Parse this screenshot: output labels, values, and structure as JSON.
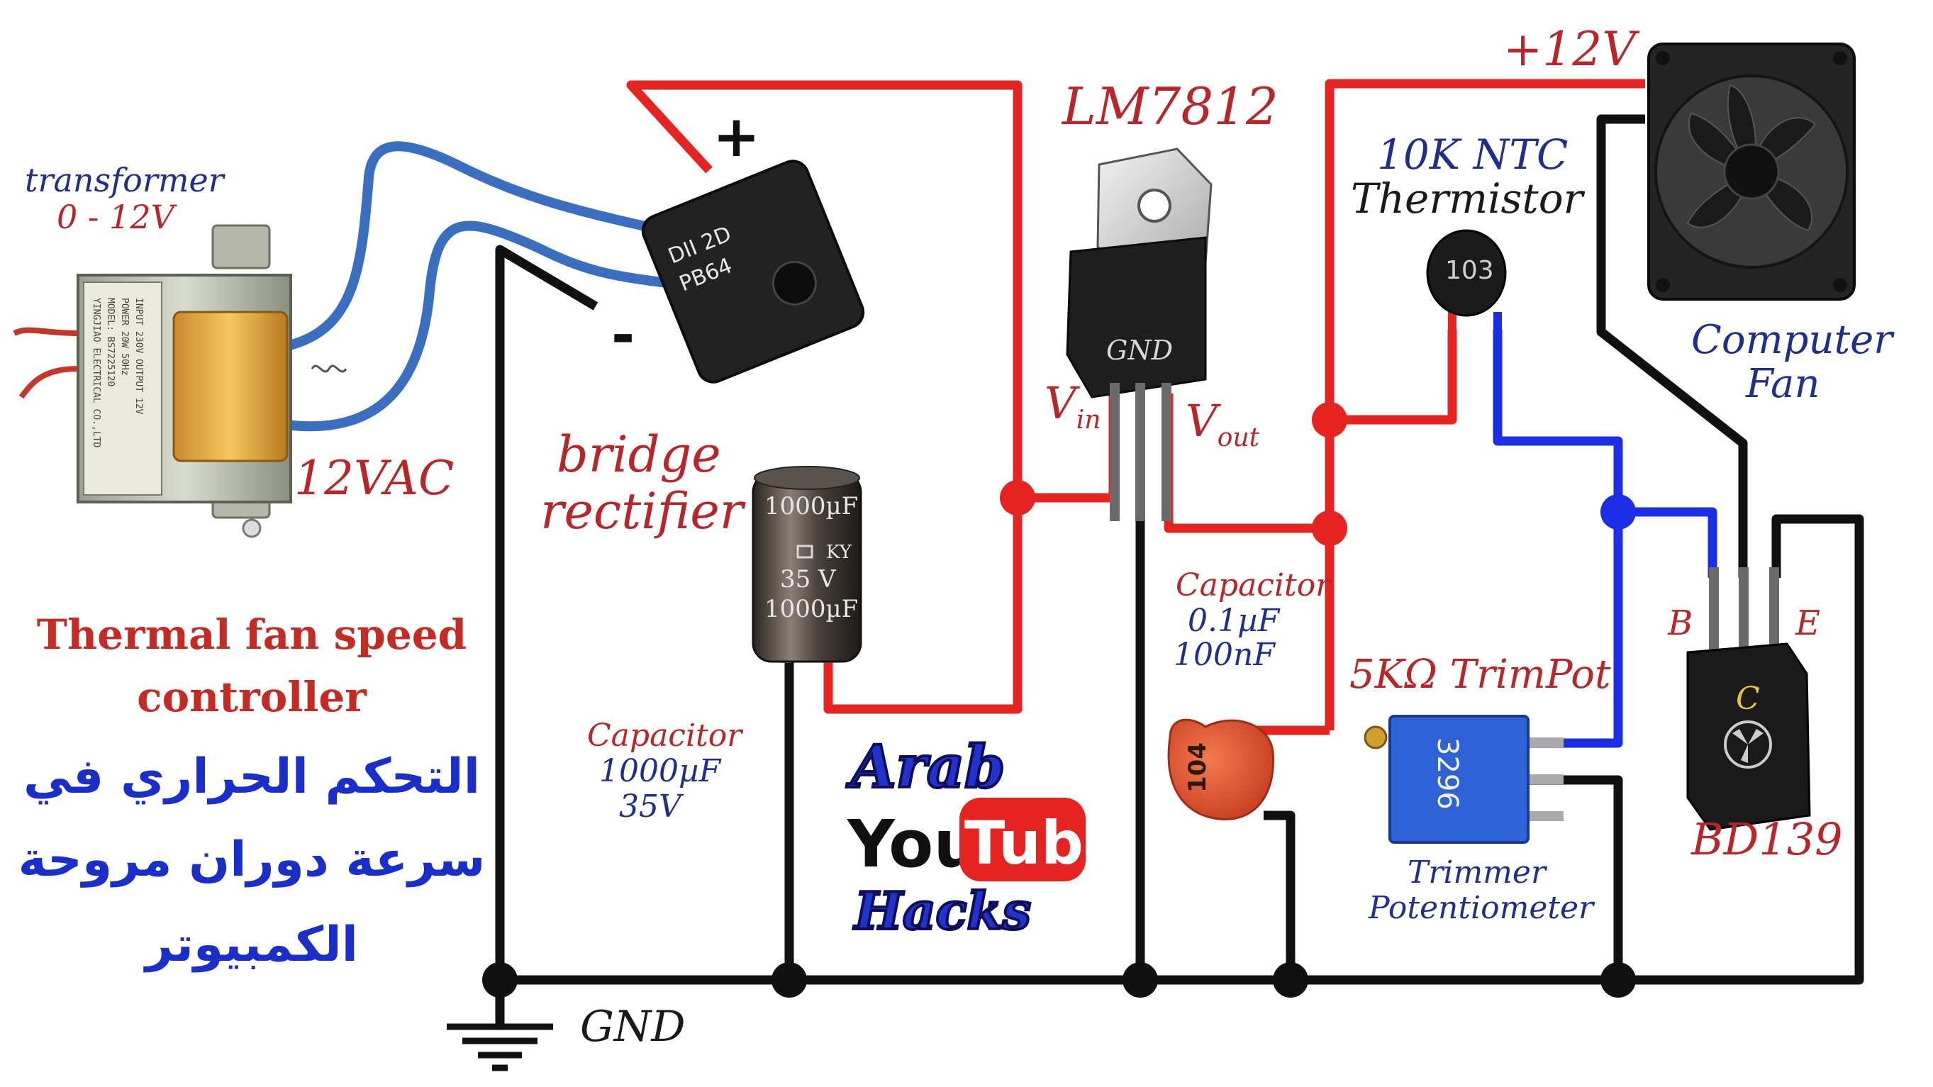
{
  "labels": {
    "transformer": "transformer",
    "transformer_range": "0 - 12V",
    "ac_output": "12VAC",
    "bridge_line1": "bridge",
    "bridge_line2": "rectifier",
    "bridge_plus": "+",
    "bridge_minus": "-",
    "bridge_marking1": "DII 2D",
    "bridge_marking2": "PB64",
    "regulator": "LM7812",
    "regulator_gnd": "GND",
    "vin_main": "V",
    "vin_sub": "in",
    "vout_main": "V",
    "vout_sub": "out",
    "supply": "+12V",
    "thermistor_line1": "10K  NTC",
    "thermistor_line2": "Thermistor",
    "thermistor_code": "103",
    "fan_line1": "Computer",
    "fan_line2": "Fan",
    "cap_small_line1": "Capacitor",
    "cap_small_line2": "0.1µF",
    "cap_small_line3": "100nF",
    "cap_small_code": "104",
    "cap_big_line1": "Capacitor",
    "cap_big_line2": "1000µF",
    "cap_big_line3": "35V",
    "cap_body_line1": "1000µF",
    "cap_body_line2": "KY",
    "cap_body_line3": "35 V",
    "cap_body_line4": "1000µF",
    "trimpot": "5KΩ TrimPot",
    "trimpot_code": "3296",
    "trimmer_line1": "Trimmer",
    "trimmer_line2": "Potentiometer",
    "pin_b": "B",
    "pin_c": "C",
    "pin_e": "E",
    "transistor": "BD139",
    "ground": "GND",
    "title_en_line1": "Thermal fan speed",
    "title_en_line2": "controller",
    "title_ar_line1": "التحكم الحراري في",
    "title_ar_line2": "سرعة دوران مروحة",
    "title_ar_line3": "الكمبيوتر",
    "logo_arab": "Arab",
    "logo_you": "You",
    "logo_tube": "Tube",
    "logo_hacks": "Hacks"
  },
  "colors": {
    "positive_wire": "#e52421",
    "ground_wire": "#111111",
    "signal_wire": "#1b2ee6",
    "ac_wire": "#3a6fc0",
    "label_red": "#b8262a",
    "label_blue": "#1f2f8c",
    "title_red": "#c42b25",
    "title_blue": "#1a2fc9"
  }
}
